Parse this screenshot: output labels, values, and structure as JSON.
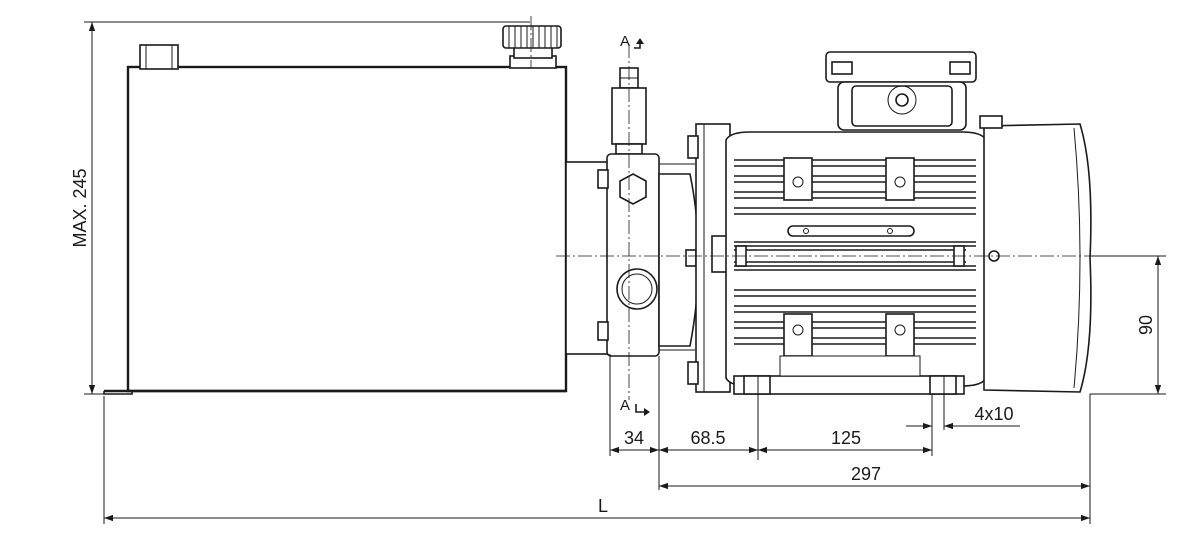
{
  "dimensions": {
    "max_height": "MAX. 245",
    "offset_34": "34",
    "offset_68_5": "68.5",
    "foot_spacing": "125",
    "motor_length": "297",
    "hole_size": "4x10",
    "total_length": "L",
    "shaft_height": "90"
  },
  "section": {
    "top_label": "A",
    "bottom_label": "A"
  }
}
